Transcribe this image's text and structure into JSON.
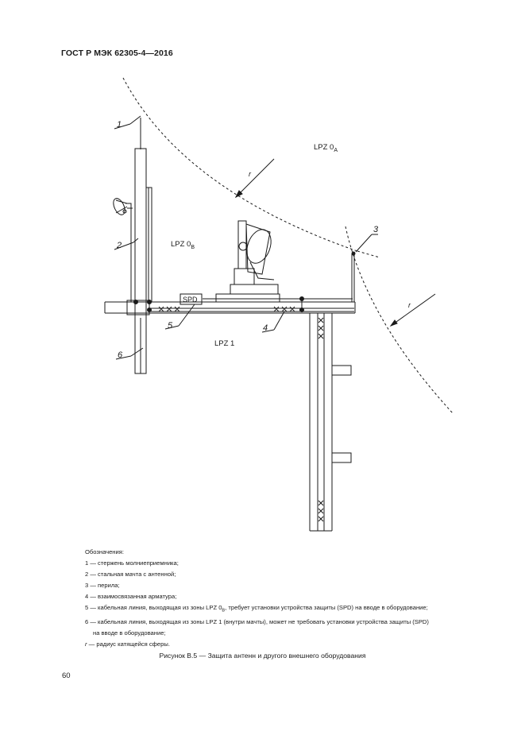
{
  "header": {
    "standard": "ГОСТ Р МЭК 62305-4—2016"
  },
  "figure": {
    "zone_0a": {
      "main": "LPZ 0",
      "sub": "A"
    },
    "zone_0b": {
      "main": "LPZ 0",
      "sub": "B"
    },
    "zone_1": "LPZ 1",
    "spd": "SPD",
    "radius": "r",
    "callouts": {
      "c1": "1",
      "c2": "2",
      "c3": "3",
      "c4": "4",
      "c5": "5",
      "c6": "6"
    }
  },
  "legend": {
    "title": "Обозначения:",
    "items": [
      "1 — стержень молниеприемника;",
      "2 — стальная мачта с антенной;",
      "3 — перила;",
      "4 — взаимосвязанная арматура;"
    ],
    "item5": {
      "before": "5 — кабельная линия, выходящая из зоны LPZ 0",
      "sub": "B",
      "after": ", требует установки устройства защиты (SPD) на вводе в оборудование;"
    },
    "item6": {
      "line1": "6 — кабельная линия, выходящая из зоны LPZ 1 (внутри мачты), может не требовать установки устройства защиты (SPD)",
      "line2": "на вводе в оборудование;"
    },
    "item_r": {
      "symbol": "r",
      "text": " — радиус катящейся сферы."
    }
  },
  "caption": "Рисунок B.5 — Защита антенн и другого внешнего оборудования",
  "page_number": "60"
}
